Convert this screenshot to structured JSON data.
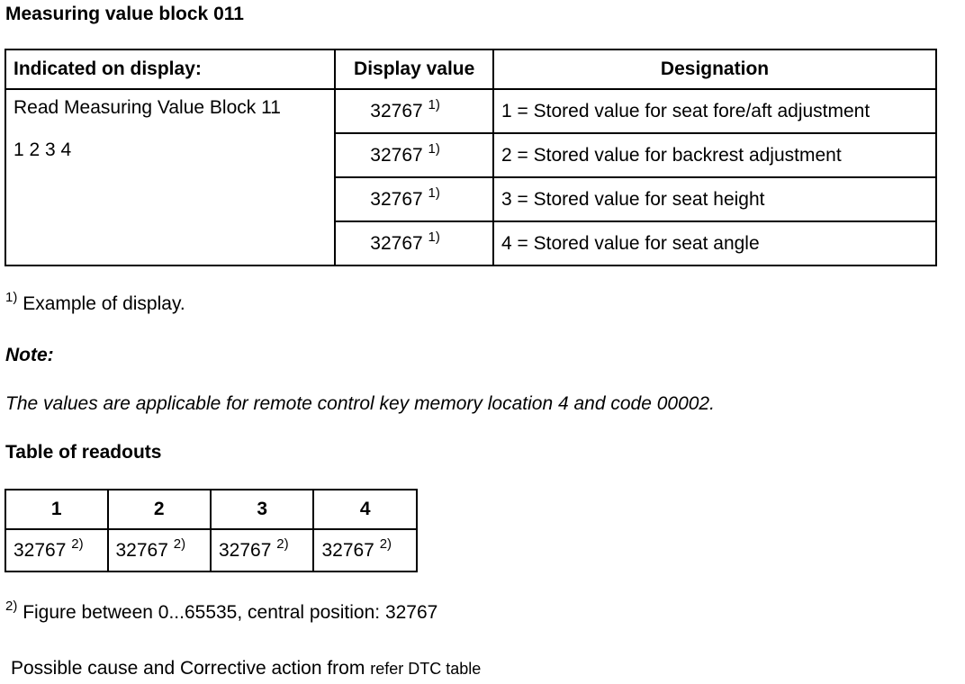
{
  "title": "Measuring value block 011",
  "measure_table": {
    "headers": [
      "Indicated on display:",
      "Display value",
      "Designation"
    ],
    "indicated_line1": "Read Measuring Value Block 11",
    "indicated_line2": "1 2 3 4",
    "rows": [
      {
        "value": "32767",
        "sup": "1)",
        "designation": "1 = Stored value for seat fore/aft adjustment"
      },
      {
        "value": "32767",
        "sup": "1)",
        "designation": "2 = Stored value for backrest adjustment"
      },
      {
        "value": "32767",
        "sup": "1)",
        "designation": "3 = Stored value for seat height"
      },
      {
        "value": "32767",
        "sup": "1)",
        "designation": "4 = Stored value for seat angle"
      }
    ]
  },
  "footnote1": {
    "sup": "1)",
    "text": "Example of display."
  },
  "note_label": "Note:",
  "note_text": "The values are applicable for remote control key memory location 4 and code 00002.",
  "readouts_title": "Table of readouts",
  "readouts": {
    "headers": [
      "1",
      "2",
      "3",
      "4"
    ],
    "cells": [
      {
        "value": "32767",
        "sup": "2)"
      },
      {
        "value": "32767",
        "sup": "2)"
      },
      {
        "value": "32767",
        "sup": "2)"
      },
      {
        "value": "32767",
        "sup": "2)"
      }
    ]
  },
  "footnote2": {
    "sup": "2)",
    "text": "Figure between 0...65535, central position: 32767"
  },
  "cause": {
    "main": "Possible cause and Corrective action from",
    "small": "refer DTC table"
  }
}
